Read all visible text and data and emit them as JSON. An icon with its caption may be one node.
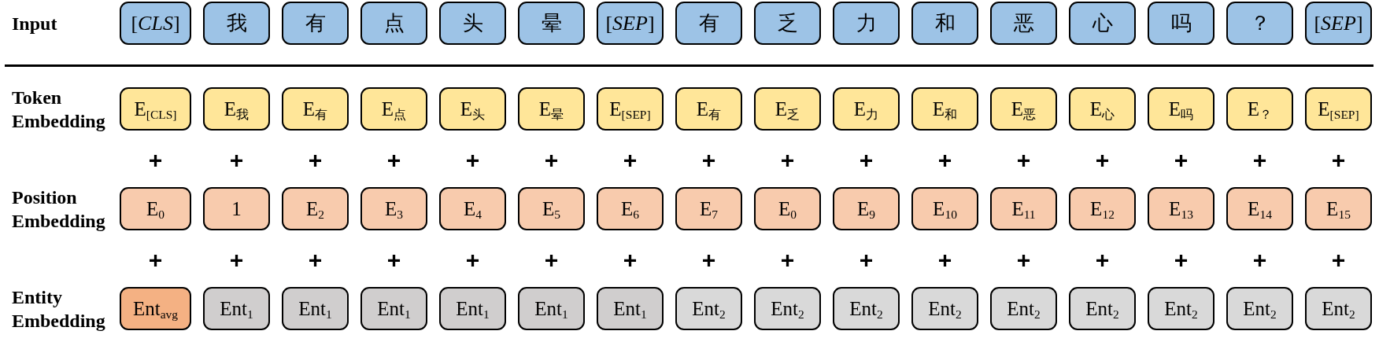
{
  "diagram": {
    "nodes": [
      {
        "text": [
          "[*CLS*]"
        ]
      },
      {
        "text": [
          "我"
        ]
      },
      {
        "text": [
          "有"
        ]
      },
      {
        "text": [
          "点"
        ]
      },
      {
        "text": [
          "头"
        ]
      },
      {
        "text": [
          "晕"
        ]
      },
      {
        "text": [
          "[*SEP*]"
        ]
      },
      {
        "text": [
          "有"
        ]
      },
      {
        "text": [
          "乏"
        ]
      },
      {
        "text": [
          "力"
        ]
      },
      {
        "text": [
          "和"
        ]
      },
      {
        "text": [
          "恶"
        ]
      },
      {
        "text": [
          "心"
        ]
      },
      {
        "text": [
          "吗"
        ]
      },
      {
        "text": [
          "？"
        ]
      },
      {
        "text": [
          "[*SEP*]"
        ]
      },
      {
        "text": [
          "E$_{[CLS]}$"
        ]
      },
      {
        "text": [
          "E$_{我}$"
        ]
      },
      {
        "text": [
          "E$_{有}$"
        ]
      },
      {
        "text": [
          "E$_{点}$"
        ]
      },
      {
        "text": [
          "E$_{头}$"
        ]
      },
      {
        "text": [
          "E$_{晕}$"
        ]
      },
      {
        "text": [
          "E$_{[SEP]}$"
        ]
      },
      {
        "text": [
          "E$_{有}$"
        ]
      },
      {
        "text": [
          "E$_{乏}$"
        ]
      },
      {
        "text": [
          "E$_{力}$"
        ]
      },
      {
        "text": [
          "E$_{和}$"
        ]
      },
      {
        "text": [
          "E$_{恶}$"
        ]
      },
      {
        "text": [
          "E$_{心}$"
        ]
      },
      {
        "text": [
          "E$_{吗}$"
        ]
      },
      {
        "text": [
          "E$_{？}$"
        ]
      },
      {
        "text": [
          "E$_{[SEP]}$"
        ]
      },
      {
        "text": [
          "E$_{0}$"
        ]
      },
      {
        "text": [
          "1"
        ]
      },
      {
        "text": [
          "E$_{2}$"
        ]
      },
      {
        "text": [
          "E$_{3}$"
        ]
      },
      {
        "text": [
          "E$_{4}$"
        ]
      },
      {
        "text": [
          "E$_{5}$"
        ]
      },
      {
        "text": [
          "E$_{6}$"
        ]
      },
      {
        "text": [
          "E$_{7}$"
        ]
      },
      {
        "text": [
          "E$_{0}$"
        ]
      },
      {
        "text": [
          "E$_{9}$"
        ]
      },
      {
        "text": [
          "E$_{10}$"
        ]
      },
      {
        "text": [
          "E$_{11}$"
        ]
      },
      {
        "text": [
          "E$_{12}$"
        ]
      },
      {
        "text": [
          "E$_{13}$"
        ]
      },
      {
        "text": [
          "E$_{14}$"
        ]
      },
      {
        "text": [
          "E$_{15}$"
        ]
      },
      {
        "text": [
          "Ent$_{avg}$"
        ]
      },
      {
        "text": [
          "Ent$_{1}$"
        ]
      },
      {
        "text": [
          "Ent$_{1}$"
        ]
      },
      {
        "text": [
          "Ent$_{1}$"
        ]
      },
      {
        "text": [
          "Ent$_{1}$"
        ]
      },
      {
        "text": [
          "Ent$_{1}$"
        ]
      },
      {
        "text": [
          "Ent$_{1}$"
        ]
      },
      {
        "text": [
          "Ent$_{2}$"
        ]
      },
      {
        "text": [
          "Ent$_{2}$"
        ]
      },
      {
        "text": [
          "Ent$_{2}$"
        ]
      },
      {
        "text": [
          "Ent$_{2}$"
        ]
      },
      {
        "text": [
          "Ent$_{2}$"
        ]
      },
      {
        "text": [
          "Ent$_{2}$"
        ]
      },
      {
        "text": [
          "Ent$_{2}$"
        ]
      },
      {
        "text": [
          "Ent$_{2}$"
        ]
      },
      {
        "text": [
          "Ent$_{2}$"
        ]
      }
    ],
    "labels": [
      "Input",
      "Token Embedding",
      "+",
      "+",
      "+",
      "+",
      "+",
      "+",
      "+",
      "+",
      "+",
      "+",
      "+",
      "+",
      "+",
      "+",
      "+",
      "+",
      "Position Embedding",
      "+",
      "+",
      "+",
      "+",
      "+",
      "+",
      "+",
      "+",
      "+",
      "+",
      "+",
      "+",
      "+",
      "+",
      "+",
      "+",
      "Entity Embedding"
    ]
  }
}
